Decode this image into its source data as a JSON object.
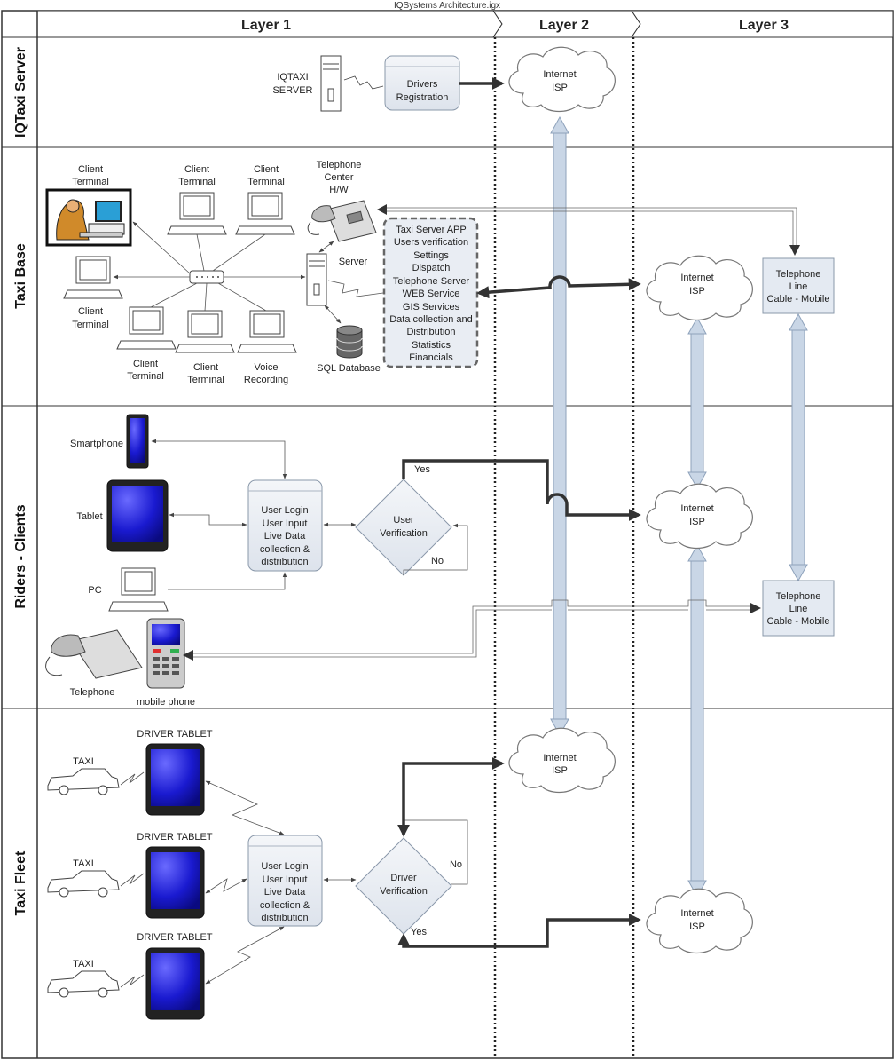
{
  "title": "IQSystems Architecture.igx",
  "layers": [
    "Layer 1",
    "Layer 2",
    "Layer 3"
  ],
  "lanes": [
    "IQTaxi Server",
    "Taxi Base",
    "Riders - Clients",
    "Taxi Fleet"
  ],
  "server_lane": {
    "server_label": [
      "IQTAXI",
      "SERVER"
    ],
    "drivers_registration": [
      "Drivers",
      "Registration"
    ]
  },
  "taxi_base": {
    "terminals": [
      [
        "Client",
        "Terminal"
      ],
      [
        "Client",
        "Terminal"
      ],
      [
        "Client",
        "Terminal"
      ],
      [
        "Client",
        "Terminal"
      ],
      [
        "Client",
        "Terminal"
      ],
      [
        "Client",
        "Terminal"
      ]
    ],
    "voice_recording": [
      "Voice",
      "Recording"
    ],
    "telephone_center": [
      "Telephone",
      "Center",
      "H/W"
    ],
    "server": "Server",
    "sql_database": "SQL Database",
    "app_box": [
      "Taxi Server APP",
      "Users verification",
      "Settings",
      "Dispatch",
      "Telephone Server",
      "WEB Service",
      "GIS Services",
      "Data collection and",
      "Distribution",
      "Statistics",
      "Financials"
    ]
  },
  "clouds": {
    "text": [
      "Internet",
      "ISP"
    ]
  },
  "telephone_line": [
    "Telephone",
    "Line",
    "Cable - Mobile"
  ],
  "riders": {
    "smartphone": "Smartphone",
    "tablet": "Tablet",
    "pc": "PC",
    "telephone": "Telephone",
    "mobile_phone": "mobile phone",
    "login_box": [
      "User Login",
      "User Input",
      "Live Data",
      "collection &",
      "distribution"
    ],
    "verification": [
      "User",
      "Verification"
    ],
    "yes": "Yes",
    "no": "No"
  },
  "fleet": {
    "taxi": [
      "TAXI",
      "TAXI",
      "TAXI"
    ],
    "driver_tablet": [
      "DRIVER TABLET",
      "DRIVER TABLET",
      "DRIVER TABLET"
    ],
    "login_box": [
      "User Login",
      "User Input",
      "Live Data",
      "collection &",
      "distribution"
    ],
    "verification": [
      "Driver",
      "Verification"
    ],
    "yes": "Yes",
    "no": "No"
  },
  "colors": {
    "pipe": "#c9d6e6",
    "thick_line": "#333333",
    "box_fill": "#e9edf3"
  }
}
